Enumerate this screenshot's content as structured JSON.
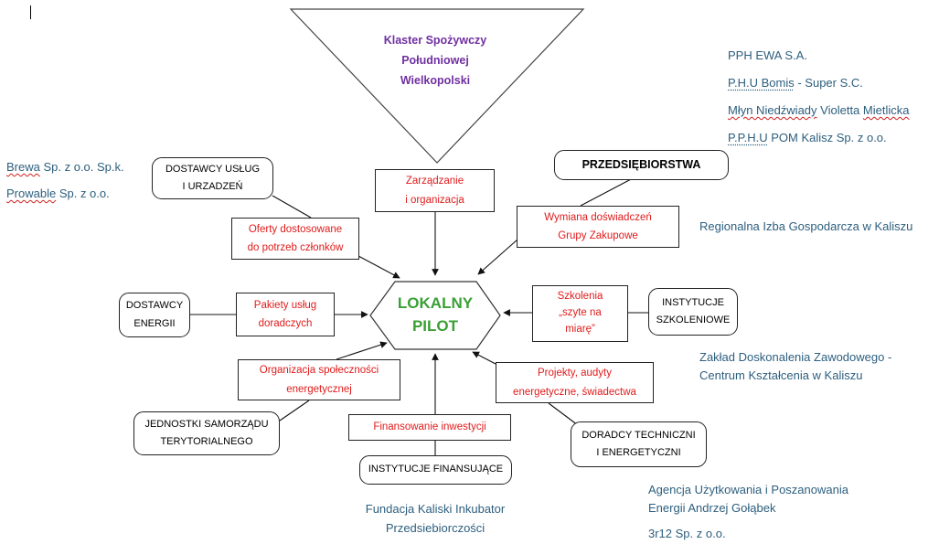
{
  "cluster": {
    "line1": "Klaster Spożywczy",
    "line2": "Południowej",
    "line3": "Wielkopolski"
  },
  "pilot": {
    "line1": "LOKALNY",
    "line2": "PILOT"
  },
  "actors": {
    "uslugi": {
      "line1": "DOSTAWCY USŁUG",
      "line2": "I URZADZEŃ"
    },
    "przedsiebiorstwa": "PRZEDSIĘBIORSTWA",
    "energii": {
      "line1": "DOSTAWCY",
      "line2": "ENERGII"
    },
    "szkoleniowe": {
      "line1": "INSTYTUCJE",
      "line2": "SZKOLENIOWE"
    },
    "samorzad": {
      "line1": "JEDNOSTKI SAMORZĄDU",
      "line2": "TERYTORIALNEGO"
    },
    "doradcy": {
      "line1": "DORADCY TECHNICZNI",
      "line2": "I ENERGETYCZNI"
    },
    "finansujace": "INSTYTUCJE FINANSUJĄCE"
  },
  "flows": {
    "zarzadzanie": {
      "line1": "Zarządzanie",
      "line2": "i organizacja"
    },
    "oferty": {
      "line1": "Oferty dostosowane",
      "line2": "do potrzeb członków"
    },
    "wymiana": {
      "line1": "Wymiana doświadczeń",
      "line2": "Grupy Zakupowe"
    },
    "pakiety": {
      "line1": "Pakiety usług",
      "line2": "doradczych"
    },
    "szkolenia": {
      "line1": "Szkolenia",
      "line2": "„szyte na",
      "line3": "miarę”"
    },
    "organizacja": {
      "line1": "Organizacja społeczności",
      "line2": "energetycznej"
    },
    "projekty": {
      "line1": "Projekty, audyty",
      "line2": "energetyczne, świadectwa"
    },
    "finansowanie": "Finansowanie inwestycji"
  },
  "partners": {
    "left_top": {
      "a1": "Brewa",
      "a2": " Sp. z o.o. Sp.k.",
      "b1": "Prowable",
      "b2": " Sp. z o.o."
    },
    "companies": {
      "c1": "PPH EWA S.A.",
      "c2a": "P.H.U Bomis",
      "c2b": " - Super S.C.",
      "c3a": "Młyn Niedźwiady",
      "c3b": " Violetta ",
      "c3c": "Mietlicka",
      "c4a": "P.P.H.U",
      "c4b": " POM Kalisz Sp. z o.o."
    },
    "izba": "Regionalna Izba Gospodarcza w Kaliszu",
    "zaklad": {
      "line1": "Zakład Doskonalenia Zawodowego -",
      "line2": "Centrum Kształcenia w Kaliszu"
    },
    "agencja": {
      "line1": "Agencja Użytkowania i Poszanowania",
      "line2": "Energii Andrzej Gołąbek"
    },
    "r12": "3r12 Sp. z o.o.",
    "fundacja": {
      "line1": "Fundacja Kaliski Inkubator",
      "line2": "Przedsiebiorczości"
    }
  },
  "colors": {
    "cluster": "#7030a0",
    "pilot": "#3aa035",
    "flow_text": "#e01b1b",
    "partner_text": "#2d5f7e"
  }
}
